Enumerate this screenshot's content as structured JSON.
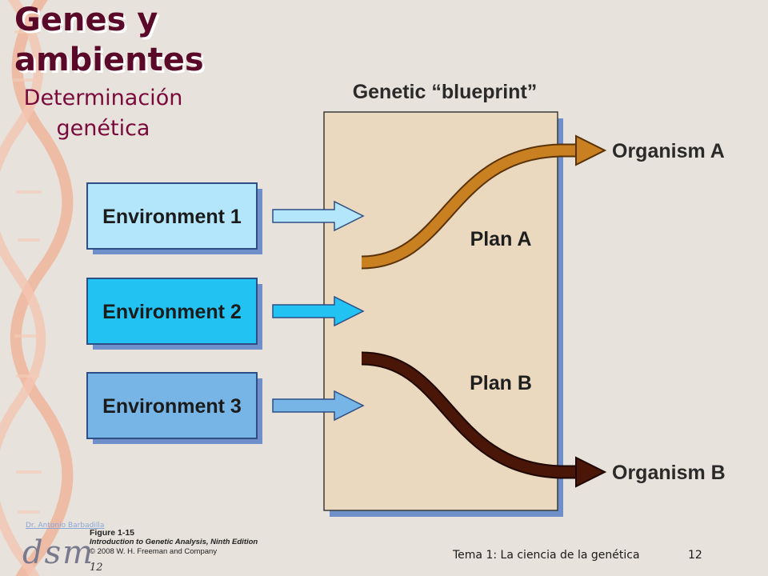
{
  "slide": {
    "title_line1": "Genes y",
    "title_line2": "ambientes",
    "subtitle_line1": "Determinación",
    "subtitle_line2": "genética",
    "footer_text": "Tema 1: La ciencia de la genética",
    "page_number": "12"
  },
  "diagram": {
    "blueprint_label": "Genetic “blueprint”",
    "environments": [
      {
        "label": "Environment 1",
        "color": "#b3e6fb"
      },
      {
        "label": "Environment 2",
        "color": "#22c3f2"
      },
      {
        "label": "Environment 3",
        "color": "#76b5e6"
      }
    ],
    "plans": [
      {
        "label": "Plan A",
        "color": "#c98020"
      },
      {
        "label": "Plan B",
        "color": "#4a1608"
      }
    ],
    "outcomes": [
      {
        "label": "Organism A"
      },
      {
        "label": "Organism B"
      }
    ],
    "blueprint_fill": "#ead8bf"
  },
  "credits": {
    "author_link": "Dr. Antonio Barbadilla",
    "logo_text": "dsm",
    "logo_number": "12",
    "figure_number": "Figure 1-15",
    "book_title": "Introduction to Genetic Analysis, Ninth Edition",
    "copyright": "© 2008 W. H. Freeman and Company"
  }
}
